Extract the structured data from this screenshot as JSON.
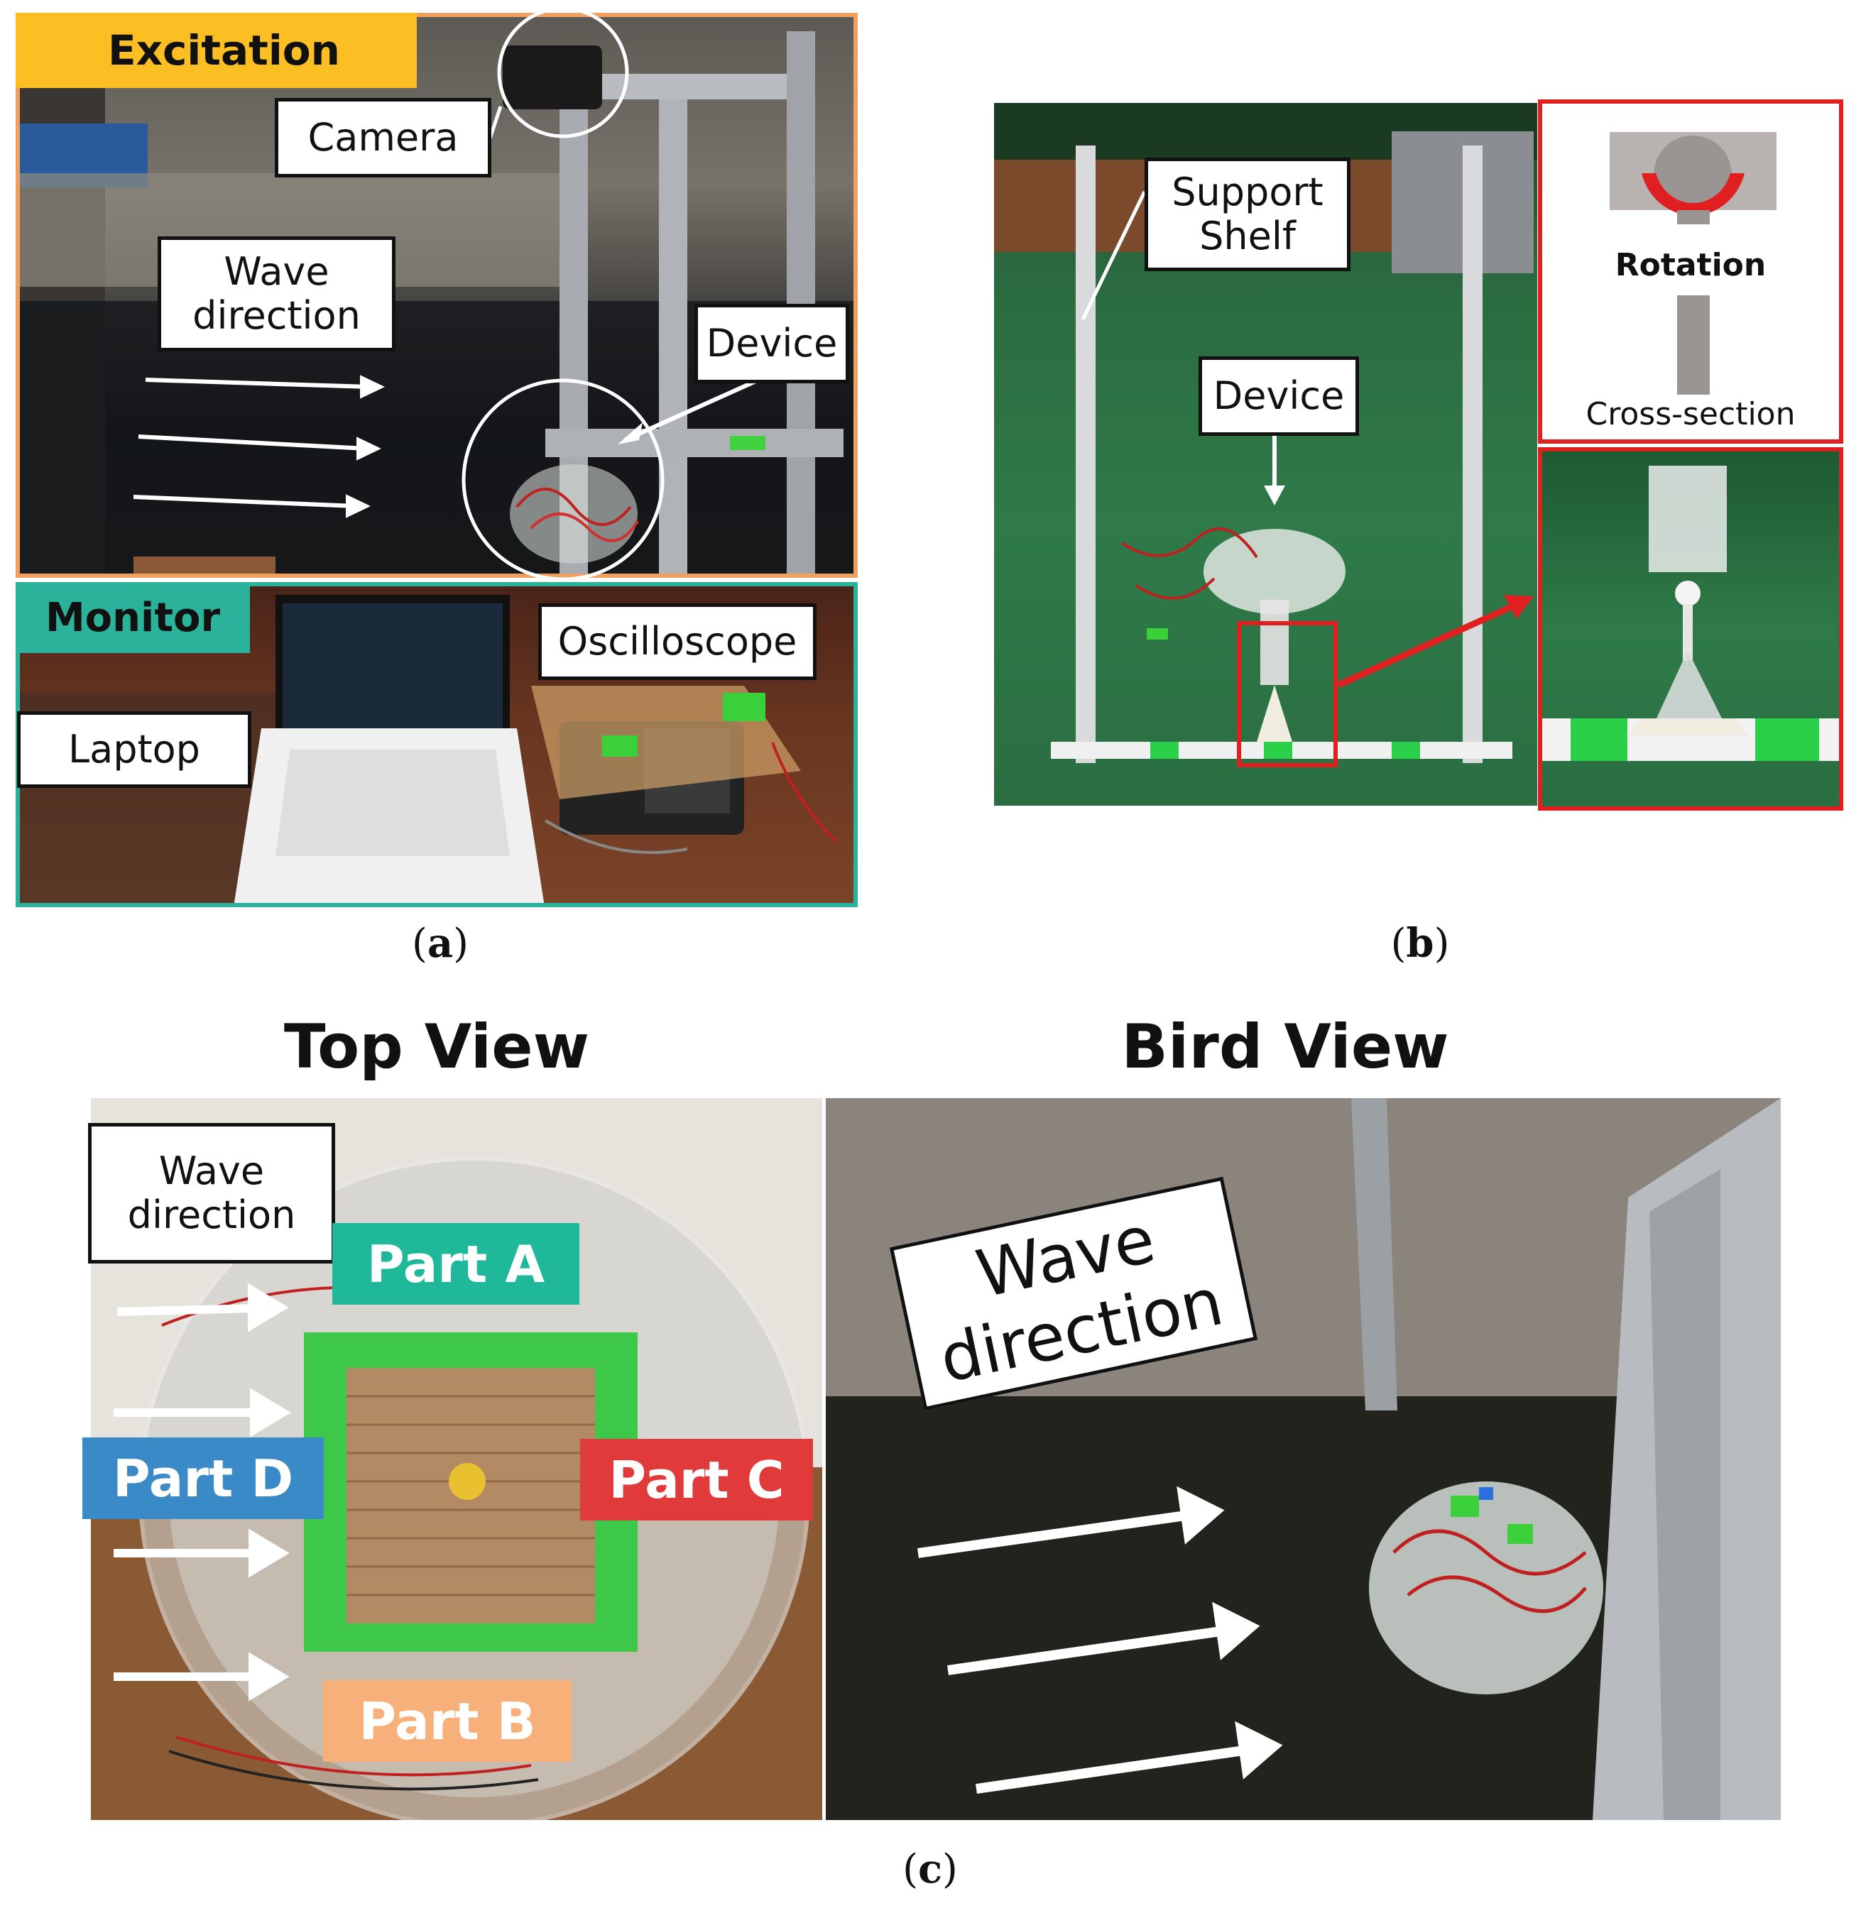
{
  "panel_a": {
    "excitation": "Excitation",
    "camera": "Camera",
    "wave_direction": "Wave direction",
    "device": "Device",
    "monitor": "Monitor",
    "oscilloscope": "Oscilloscope",
    "laptop": "Laptop",
    "caption_letter": "a",
    "colors": {
      "excitation": "#fbbf24",
      "monitor": "#2ab39a"
    }
  },
  "panel_b": {
    "support_shelf": "Support Shelf",
    "device": "Device",
    "rotation": "Rotation",
    "cross_section": "Cross-section",
    "caption_letter": "b",
    "colors": {
      "highlight": "#e02020"
    }
  },
  "panel_c": {
    "top_view": "Top View",
    "bird_view": "Bird View",
    "wave_direction_top": "Wave direction",
    "wave_direction_bird": "Wave direction",
    "part_a": "Part A",
    "part_b": "Part B",
    "part_c": "Part C",
    "part_d": "Part D",
    "caption_letter": "c",
    "colors": {
      "part_a": "#1fb89a",
      "part_b": "#f8b07a",
      "part_c": "#e03a3a",
      "part_d": "#3a8ac8"
    }
  }
}
